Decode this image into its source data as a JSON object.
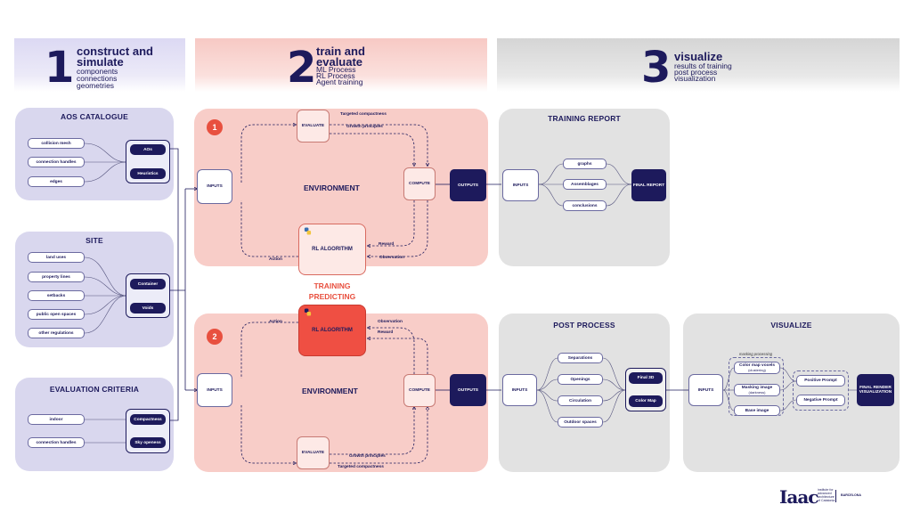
{
  "header": {
    "sections": [
      {
        "number": "1",
        "title": "construct and\nsimulate",
        "sub": [
          "components",
          "connections",
          "geometries"
        ]
      },
      {
        "number": "2",
        "title": "train and\nevaluate",
        "sub": [
          "ML Process",
          "RL Process",
          "Agent training"
        ]
      },
      {
        "number": "3",
        "title": "visualize",
        "sub": [
          "results of training",
          "post process",
          "visualization"
        ]
      }
    ]
  },
  "aos": {
    "title": "AOS CATALOGUE",
    "inputs": [
      "collision mesh",
      "connection handles",
      "edges"
    ],
    "outputs": [
      "AOs",
      "Heuristics"
    ]
  },
  "site": {
    "title": "SITE",
    "inputs": [
      "land uses",
      "property lines",
      "setbacks",
      "public open spaces",
      "other regulations"
    ],
    "outputs": [
      "Container",
      "Voids"
    ]
  },
  "criteria": {
    "title": "EVALUATION CRITERIA",
    "inputs": [
      "indoor",
      "connection handles"
    ],
    "outputs": [
      "Compactness",
      "Sky openess"
    ]
  },
  "training": {
    "badge": "1",
    "inputs": "INPUTS",
    "environment": "ENVIRONMENT",
    "evaluate": "EVALUATE",
    "compute": "COMPUTE",
    "outputs": "OUTPUTS",
    "rl": "RL ALGORITHM",
    "labels": {
      "targeted": "Targeted compactness",
      "growth": "Growth principles",
      "reward": "Reward",
      "observation": "Observation",
      "action": "Action"
    }
  },
  "middle_label": {
    "line1": "TRAINING",
    "line2": "PREDICTING"
  },
  "predicting": {
    "badge": "2",
    "inputs": "INPUTS",
    "environment": "ENVIRONMENT",
    "evaluate": "EVALUATE",
    "compute": "COMPUTE",
    "outputs": "OUTPUTS",
    "rl": "RL ALGORITHM",
    "labels": {
      "targeted": "Targeted compactness",
      "growth": "Growth principles",
      "reward": "Reward",
      "observation": "Observation",
      "action": "Action"
    }
  },
  "report": {
    "title": "TRAINING REPORT",
    "inputs": "INPUTS",
    "items": [
      "graphs",
      "Assemblages",
      "conclusions"
    ],
    "final": "FINAL REPORT"
  },
  "post": {
    "title": "POST PROCESS",
    "inputs": "INPUTS",
    "items": [
      "Separations",
      "Openings",
      "Circulation",
      "Outdoor spaces"
    ],
    "outputs": [
      "Final 3D",
      "Color Map"
    ]
  },
  "visualize": {
    "title": "VISUALIZE",
    "inputs": "INPUTS",
    "group_label": "masking processing",
    "items": [
      "Color map voxels",
      "Masking image",
      "Base image"
    ],
    "items_sub": [
      "(clustering)",
      "(darkness)",
      ""
    ],
    "prompts": [
      "Positive Prompt",
      "Negative Prompt"
    ],
    "final": "FINAL RENDER\nVISUALIZATION"
  },
  "logo": {
    "mark": "Iaac",
    "lines": [
      "institute for",
      "advanced",
      "architecture",
      "of Catalonia"
    ],
    "city": "BARCELONA"
  },
  "colors": {
    "navy": "#1d1a5c",
    "pink": "#f8cdc8",
    "purple": "#d9d7ee",
    "gray": "#e2e2e2",
    "red": "#ef4f43"
  }
}
